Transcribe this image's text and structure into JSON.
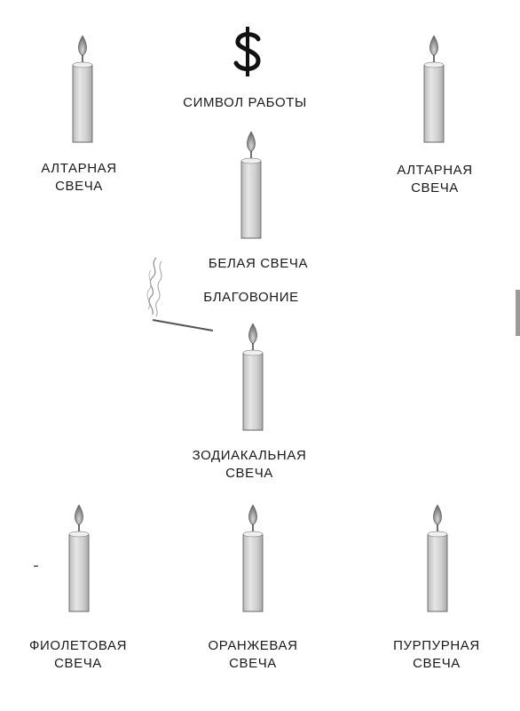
{
  "work_symbol": {
    "icon": "dollar-sign-icon",
    "label": "СИМВОЛ РАБОТЫ"
  },
  "altar_candles": {
    "left": {
      "line1": "АЛТАРНАЯ",
      "line2": "СВЕЧА"
    },
    "right": {
      "line1": "АЛТАРНАЯ",
      "line2": "СВЕЧА"
    }
  },
  "white_candle": {
    "label": "БЕЛАЯ СВЕЧА"
  },
  "incense": {
    "icon": "incense-stick-icon",
    "label": "БЛАГОВОНИЕ"
  },
  "zodiac_candle": {
    "line1": "ЗОДИАКАЛЬНАЯ",
    "line2": "СВЕЧА"
  },
  "bottom_candles": [
    {
      "line1": "ФИОЛЕТОВАЯ",
      "line2": "СВЕЧА"
    },
    {
      "line1": "ОРАНЖЕВАЯ",
      "line2": "СВЕЧА"
    },
    {
      "line1": "ПУРПУРНАЯ",
      "line2": "СВЕЧА"
    }
  ],
  "colors": {
    "candle_body": "#d9d9d9",
    "flame": "#8a8a8a",
    "text": "#1a1a1a"
  }
}
